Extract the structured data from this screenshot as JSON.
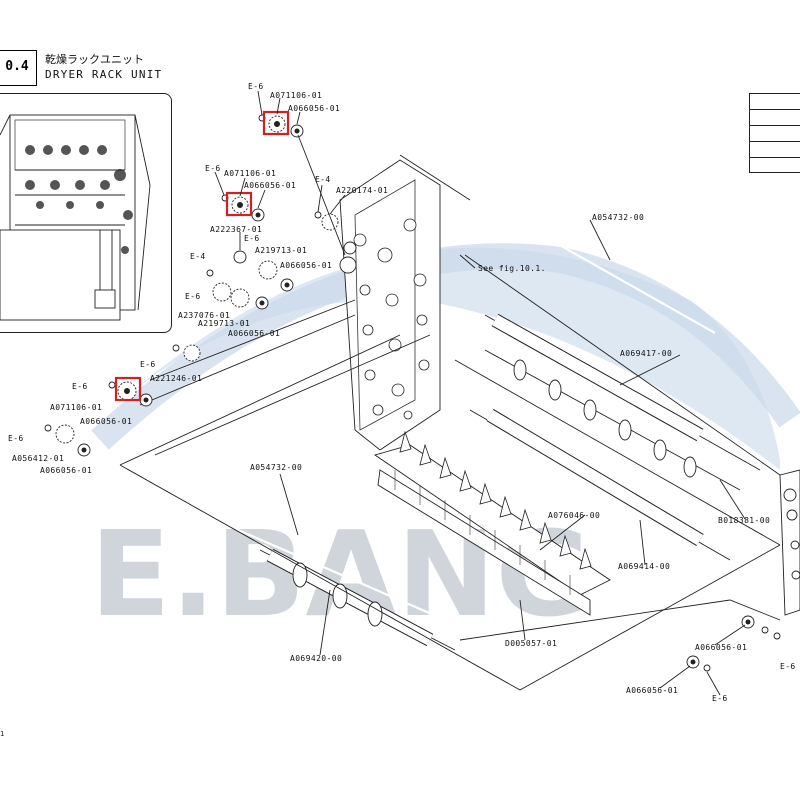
{
  "header": {
    "figure_number": "0.4",
    "title_jp": "乾燥ラックユニット",
    "title_en": "DRYER RACK UNIT"
  },
  "watermark": {
    "text": "E.BANG",
    "color": "#a9b3bf"
  },
  "highlight_color": "#d32020",
  "footer": "1",
  "labels": [
    {
      "text": "E-6"
    },
    {
      "text": "A071106-01"
    },
    {
      "text": "A066056-01"
    },
    {
      "text": "E-6"
    },
    {
      "text": "A071106-01"
    },
    {
      "text": "A066056-01"
    },
    {
      "text": "E-4"
    },
    {
      "text": "A220174-01"
    },
    {
      "text": "A222367-01"
    },
    {
      "text": "E-6"
    },
    {
      "text": "E-4"
    },
    {
      "text": "A219713-01"
    },
    {
      "text": "A066056-01"
    },
    {
      "text": "E-6"
    },
    {
      "text": "A237076-01"
    },
    {
      "text": "A219713-01"
    },
    {
      "text": "A066056-01"
    },
    {
      "text": "E-6"
    },
    {
      "text": "A221246-01"
    },
    {
      "text": "E-6"
    },
    {
      "text": "A071106-01"
    },
    {
      "text": "A066056-01"
    },
    {
      "text": "E-6"
    },
    {
      "text": "A056412-01"
    },
    {
      "text": "A066056-01"
    },
    {
      "text": "A054732-00"
    },
    {
      "text": "See fig.10.1."
    },
    {
      "text": "A069417-00"
    },
    {
      "text": "B018381-00"
    },
    {
      "text": "A076046-00"
    },
    {
      "text": "A069414-00"
    },
    {
      "text": "A054732-00"
    },
    {
      "text": "D005057-01"
    },
    {
      "text": "A069420-00"
    },
    {
      "text": "A066056-01"
    },
    {
      "text": "E-6"
    },
    {
      "text": "A066056-01"
    },
    {
      "text": "E-6"
    }
  ]
}
